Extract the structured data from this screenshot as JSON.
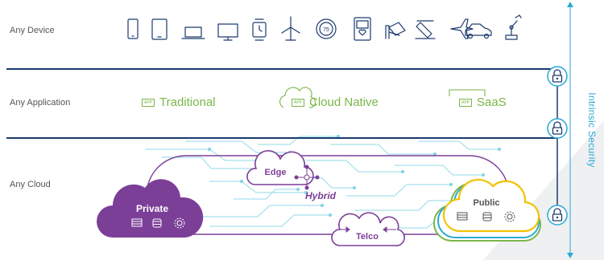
{
  "rows": {
    "device_label": "Any Device",
    "application_label": "Any Application",
    "cloud_label": "Any Cloud"
  },
  "device_icons": [
    "smartphone-icon",
    "tablet-icon",
    "laptop-icon",
    "monitor-icon",
    "smartwatch-icon",
    "wind-turbine-icon",
    "thermostat-icon",
    "medical-monitor-icon",
    "security-camera-icon",
    "drone-icon",
    "airplane-icon",
    "car-icon",
    "robot-arm-icon"
  ],
  "thermostat_value": "75",
  "applications": {
    "badge": "APP",
    "traditional": "Traditional",
    "cloud_native": "Cloud Native",
    "saas": "SaaS"
  },
  "clouds": {
    "private": "Private",
    "edge": "Edge",
    "hybrid": "Hybrid",
    "telco": "Telco",
    "public": "Public"
  },
  "security_label": "Intrinsic Security",
  "colors": {
    "navy": "#1c3a6e",
    "purple": "#7b3f98",
    "green": "#7ab648",
    "yellow": "#f2c200",
    "cyan": "#2aa9d6",
    "teal": "#3fbcc3"
  }
}
